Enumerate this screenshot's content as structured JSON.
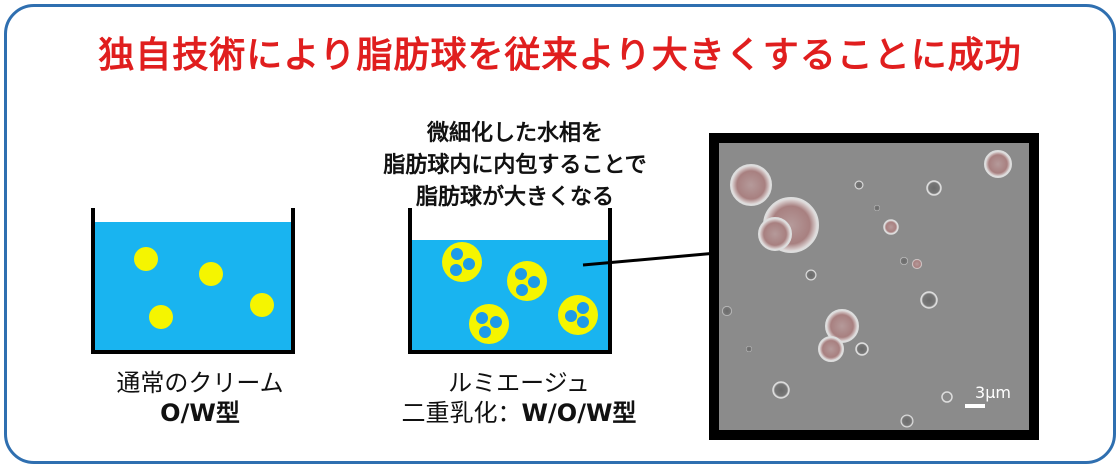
{
  "title": "独自技術により脂肪球を従来より大きくすることに成功",
  "callout": {
    "line1": "微細化した水相を",
    "line2": "脂肪球内に内包することで",
    "line3": "脂肪球が大きくなる"
  },
  "left_container": {
    "name": "通常のクリーム",
    "type": "O/W型"
  },
  "middle_container": {
    "name": "ルミエージュ",
    "type_prefix": "二重乳化：",
    "type": "W/O/W型"
  },
  "micrograph": {
    "scale_label": "3μm"
  },
  "colors": {
    "border": "#2f6fb0",
    "title": "#e01e1e",
    "water": "#19b4f0",
    "fat": "#f5f500",
    "inner_water": "#1e9be8",
    "micro_bg": "#8b8b8b"
  }
}
